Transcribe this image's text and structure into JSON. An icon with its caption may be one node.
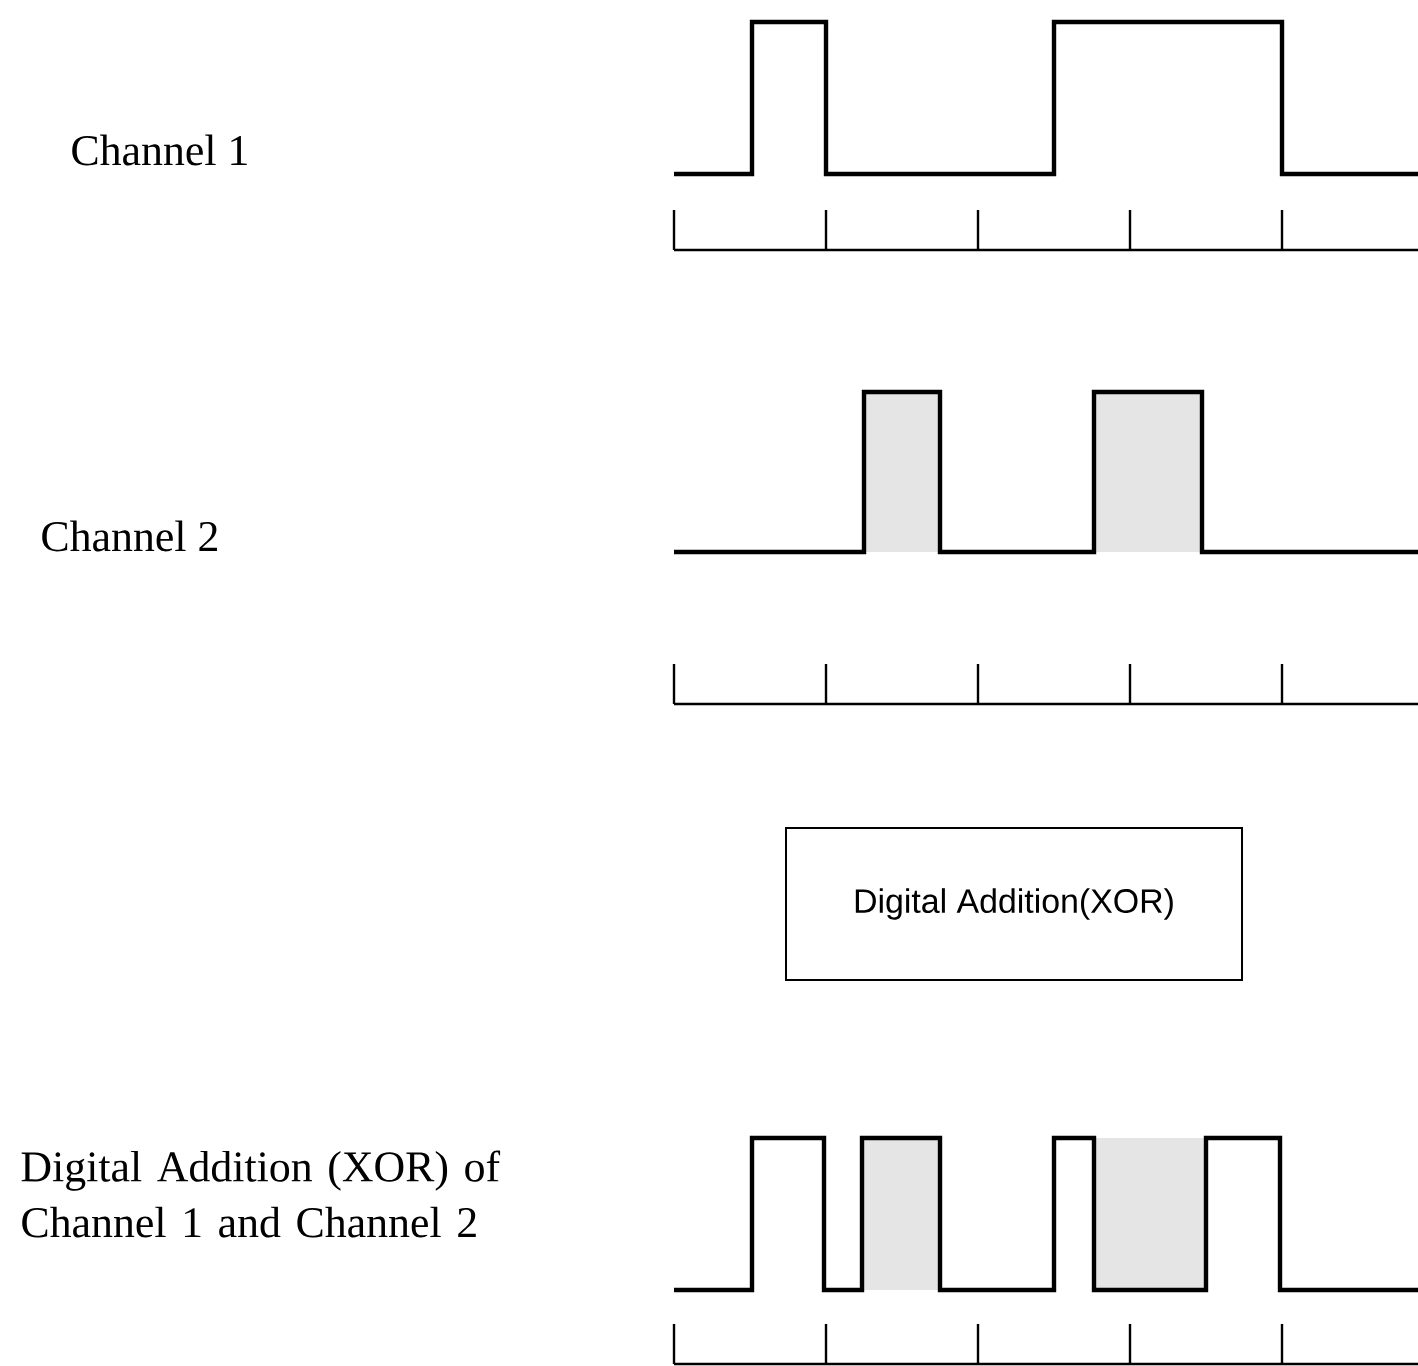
{
  "diagram": {
    "nodes": [
      {
        "text": [
          "Digital Addition(XOR)"
        ]
      }
    ],
    "labels": [
      "Channel 1",
      "Channel 2",
      "Digital Addition (XOR) of Channel 1 and Channel 2"
    ]
  }
}
